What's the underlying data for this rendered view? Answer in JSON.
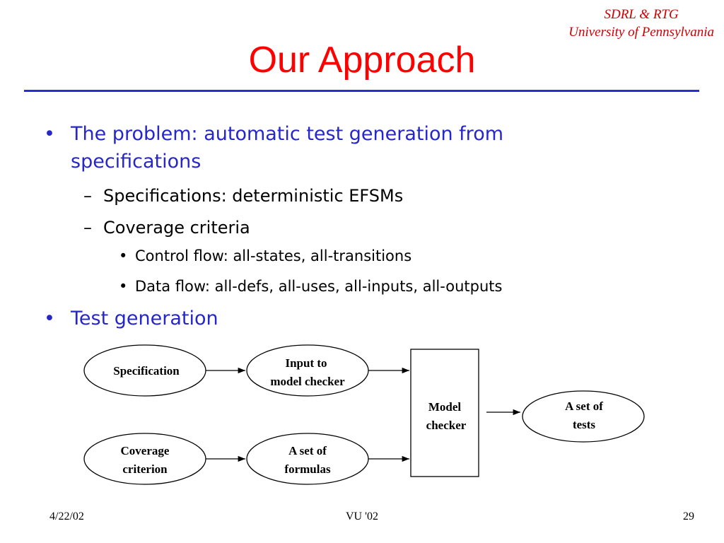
{
  "header": {
    "org_line1": "SDRL & RTG",
    "org_line2": "University of Pennsylvania",
    "title": "Our Approach"
  },
  "content": {
    "bullet1": {
      "line1": "The problem: automatic test generation from",
      "line2": "specifications",
      "sub": [
        "Specifications: deterministic EFSMs",
        "Coverage criteria"
      ],
      "subsub": [
        "Control flow: all-states, all-transitions",
        "Data flow: all-defs, all-uses, all-inputs, all-outputs"
      ]
    },
    "bullet2": "Test generation",
    "bullet_marker": "•",
    "dash_marker": "–"
  },
  "diagram": {
    "specification": "Specification",
    "input_line1": "Input to",
    "input_line2": "model checker",
    "coverage_line1": "Coverage",
    "coverage_line2": "criterion",
    "formulas_line1": "A set of",
    "formulas_line2": "formulas",
    "checker_line1": "Model",
    "checker_line2": "checker",
    "tests_line1": "A set of",
    "tests_line2": "tests"
  },
  "footer": {
    "date": "4/22/02",
    "venue": "VU '02",
    "page": "29"
  }
}
